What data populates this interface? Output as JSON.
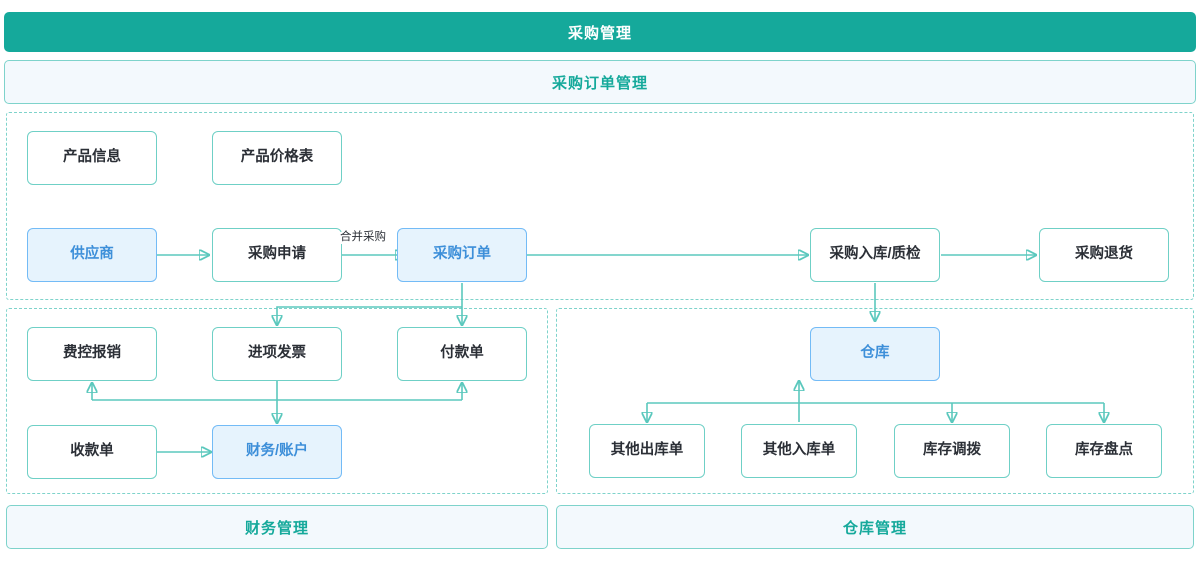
{
  "header": {
    "title": "采购管理",
    "subtitle": "采购订单管理"
  },
  "footers": [
    {
      "label": "财务管理"
    },
    {
      "label": "仓库管理"
    }
  ],
  "colors": {
    "header_bg": "#15a99b",
    "header_text": "#ffffff",
    "banner_bg": "#f3f9fd",
    "banner_text": "#15a99b",
    "node_border": "#6fd0c6",
    "node_text": "#2b2f36",
    "accent_bg": "#e6f3fd",
    "accent_border": "#73bbf6",
    "accent_text": "#3d8fd9",
    "connector": "#5bc8bd",
    "group_border": "#7ed3cb"
  },
  "nodes": {
    "product_info": {
      "label": "产品信息",
      "highlight": false
    },
    "product_price": {
      "label": "产品价格表",
      "highlight": false
    },
    "supplier": {
      "label": "供应商",
      "highlight": true
    },
    "purchase_request": {
      "label": "采购申请",
      "highlight": false
    },
    "purchase_order": {
      "label": "采购订单",
      "highlight": true
    },
    "purchase_receipt": {
      "label": "采购入库/质检",
      "highlight": false
    },
    "purchase_return": {
      "label": "采购退货",
      "highlight": false
    },
    "expense_claim": {
      "label": "费控报销",
      "highlight": false
    },
    "input_invoice": {
      "label": "进项发票",
      "highlight": false
    },
    "payment_slip": {
      "label": "付款单",
      "highlight": false
    },
    "receipt_slip": {
      "label": "收款单",
      "highlight": false
    },
    "finance_account": {
      "label": "财务/账户",
      "highlight": true
    },
    "warehouse": {
      "label": "仓库",
      "highlight": true
    },
    "other_outbound": {
      "label": "其他出库单",
      "highlight": false
    },
    "other_inbound": {
      "label": "其他入库单",
      "highlight": false
    },
    "stock_transfer": {
      "label": "库存调拨",
      "highlight": false
    },
    "stock_count": {
      "label": "库存盘点",
      "highlight": false
    }
  },
  "edge_labels": {
    "merge_purchase": "合并采购"
  }
}
